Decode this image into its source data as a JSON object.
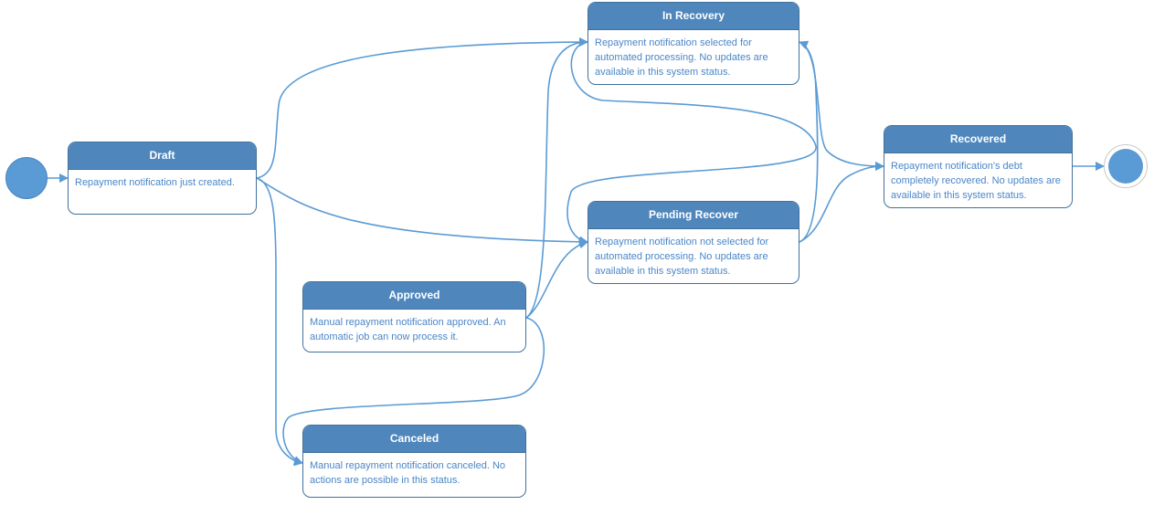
{
  "diagram": {
    "states": [
      {
        "id": "draft",
        "title": "Draft",
        "description": "Repayment notification just created."
      },
      {
        "id": "in_recovery",
        "title": "In Recovery",
        "description": "Repayment notification selected for automated processing. No updates are available in this system status."
      },
      {
        "id": "pending_recover",
        "title": "Pending Recover",
        "description": "Repayment notification not selected for automated processing. No updates are available in this system status."
      },
      {
        "id": "approved",
        "title": "Approved",
        "description": "Manual repayment notification approved. An automatic job can now process it."
      },
      {
        "id": "canceled",
        "title": "Canceled",
        "description": "Manual repayment notification canceled. No actions are possible in this status."
      },
      {
        "id": "recovered",
        "title": "Recovered",
        "description": "Repayment notification's debt completely recovered. No updates are available in this system status."
      }
    ],
    "transitions": [
      {
        "from": "initial",
        "to": "draft"
      },
      {
        "from": "draft",
        "to": "in_recovery"
      },
      {
        "from": "draft",
        "to": "pending_recover"
      },
      {
        "from": "draft",
        "to": "canceled"
      },
      {
        "from": "approved",
        "to": "in_recovery"
      },
      {
        "from": "approved",
        "to": "pending_recover"
      },
      {
        "from": "approved",
        "to": "canceled"
      },
      {
        "from": "in_recovery",
        "to": "pending_recover"
      },
      {
        "from": "in_recovery",
        "to": "recovered"
      },
      {
        "from": "pending_recover",
        "to": "in_recovery"
      },
      {
        "from": "pending_recover",
        "to": "recovered"
      },
      {
        "from": "recovered",
        "to": "final"
      }
    ],
    "colors": {
      "header": "#4f87bd",
      "border": "#41719c",
      "text": "#4a86c8",
      "edge": "#5b9bd5"
    }
  }
}
